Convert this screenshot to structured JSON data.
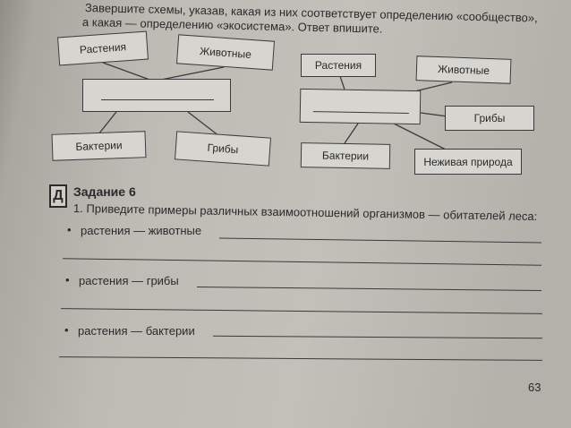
{
  "instruction": {
    "line1": "Завершите схемы, указав, какая из них соответствует определению «сообщество»,",
    "line2": "а какая — определению «экосистема». Ответ впишите."
  },
  "scheme_left": {
    "top_left": "Растения",
    "top_right": "Животные",
    "center": "",
    "bottom_left": "Бактерии",
    "bottom_right": "Грибы"
  },
  "scheme_right": {
    "top_left": "Растения",
    "top_right": "Животные",
    "center": "",
    "right": "Грибы",
    "bottom_left": "Бактерии",
    "bottom_right": "Неживая природа"
  },
  "task": {
    "icon_letter": "Д",
    "title": "Задание 6",
    "question": "1. Приведите примеры различных взаимоотношений организмов — обитателей леса:",
    "items": [
      {
        "bullet": "•",
        "label": "растения — животные",
        "answer": ""
      },
      {
        "bullet": "•",
        "label": "растения — грибы",
        "answer": ""
      },
      {
        "bullet": "•",
        "label": "растения — бактерии",
        "answer": ""
      }
    ]
  },
  "page_number": "63"
}
